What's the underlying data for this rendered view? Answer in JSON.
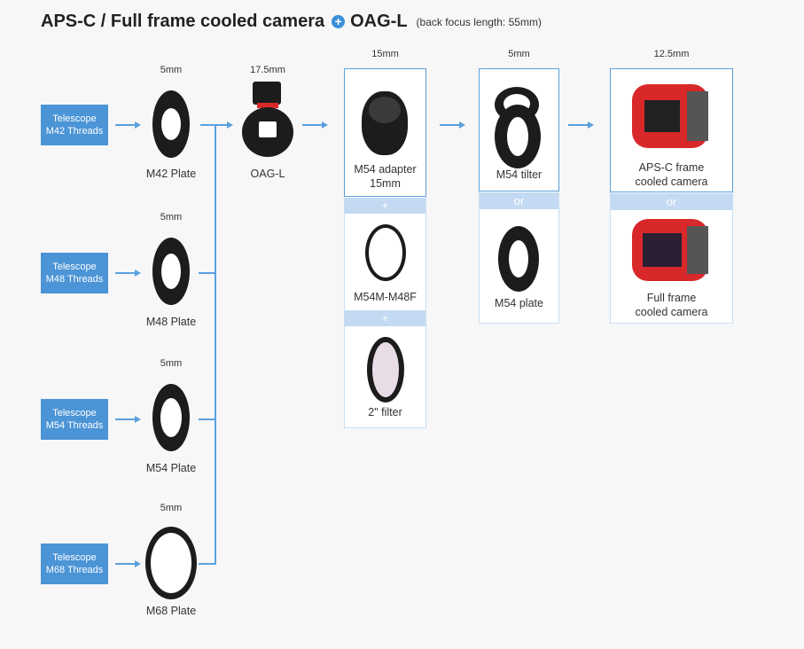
{
  "title": {
    "main": "APS-C / Full frame cooled camera",
    "plus": "+",
    "oag": "OAG-L",
    "note": "(back focus length: 55mm)"
  },
  "telescopes": [
    {
      "line1": "Telescope",
      "line2": "M42 Threads"
    },
    {
      "line1": "Telescope",
      "line2": "M48 Threads"
    },
    {
      "line1": "Telescope",
      "line2": "M54 Threads"
    },
    {
      "line1": "Telescope",
      "line2": "M68 Threads"
    }
  ],
  "plates": [
    {
      "dim": "5mm",
      "label": "M42 Plate"
    },
    {
      "dim": "5mm",
      "label": "M48 Plate"
    },
    {
      "dim": "5mm",
      "label": "M54 Plate"
    },
    {
      "dim": "5mm",
      "label": "M68 Plate"
    }
  ],
  "oag": {
    "dim": "17.5mm",
    "label": "OAG-L"
  },
  "adapter": {
    "dim": "15mm",
    "main_line1": "M54 adapter",
    "main_line2": "15mm",
    "plus1": "+",
    "m48f": "M54M-M48F",
    "plus2": "+",
    "filter": "2\" filter"
  },
  "tilter": {
    "dim": "5mm",
    "main": "M54 tilter",
    "or": "or",
    "alt": "M54 plate"
  },
  "camera": {
    "dim": "12.5mm",
    "main_line1": "APS-C frame",
    "main_line2": "cooled camera",
    "or": "or",
    "alt_line1": "Full frame",
    "alt_line2": "cooled camera"
  }
}
